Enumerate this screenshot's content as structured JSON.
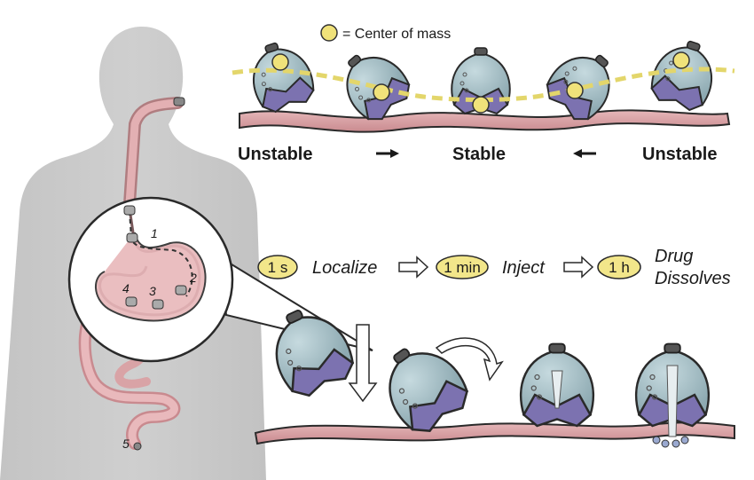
{
  "legend": {
    "text": "= Center of mass"
  },
  "stability": {
    "left_label": "Unstable",
    "center_label": "Stable",
    "right_label": "Unstable"
  },
  "timeline": [
    {
      "time": "1 s",
      "action": "Localize"
    },
    {
      "time": "1 min",
      "action": "Inject"
    },
    {
      "time": "1 h",
      "action_line1": "Drug",
      "action_line2": "Dissolves"
    }
  ],
  "gi_markers": [
    "1",
    "2",
    "3",
    "4",
    "5"
  ],
  "colors": {
    "body_silhouette": "#c9c9c9",
    "tissue": "#d9a3a6",
    "capsule_glass": "#a9c2c8",
    "capsule_weight": "#7c72b0",
    "center_of_mass": "#f0e27a",
    "pill_fill": "#f2e68a"
  }
}
